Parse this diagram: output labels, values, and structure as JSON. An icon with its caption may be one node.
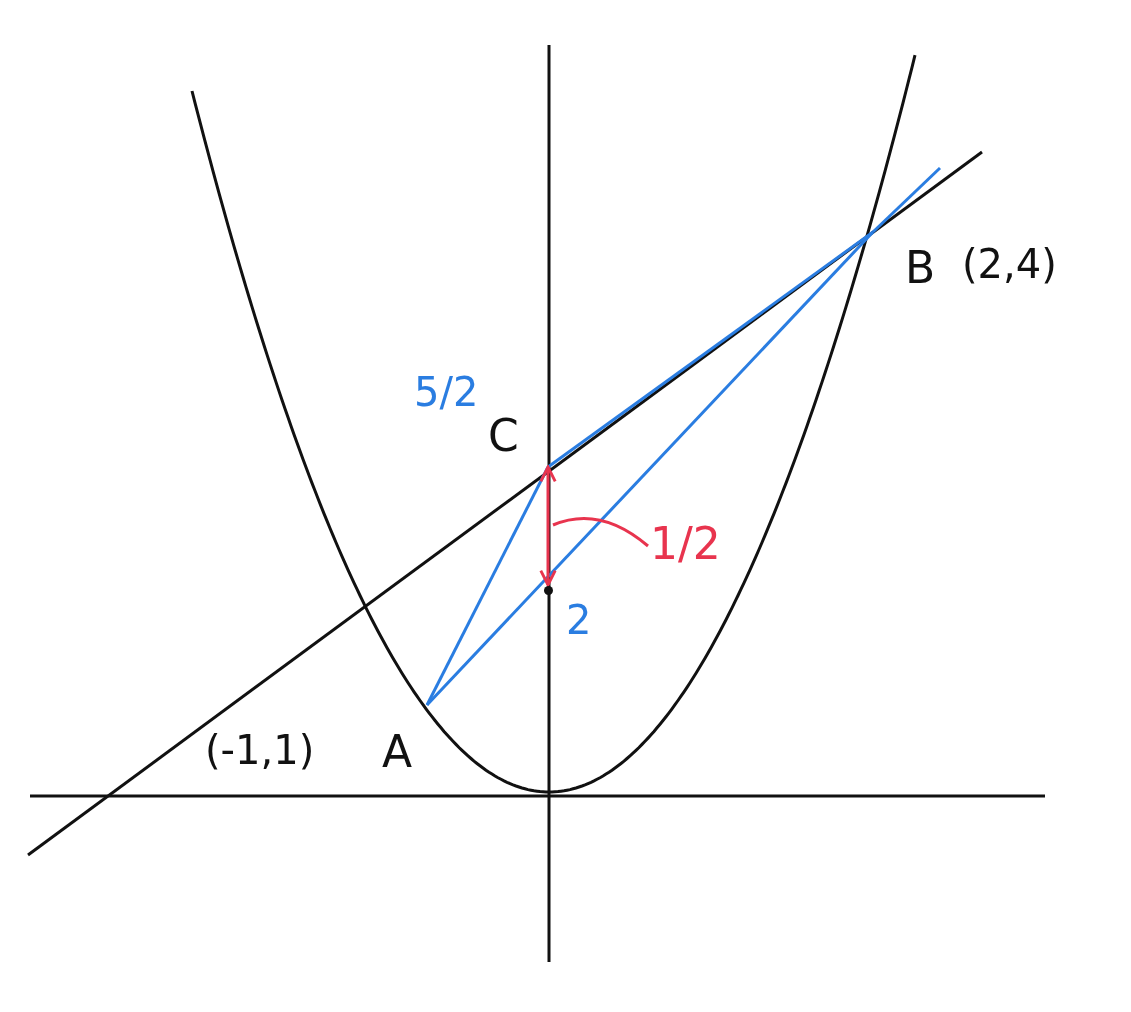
{
  "diagram": {
    "nodes": [
      {
        "text": [
          "A"
        ],
        "beside": [
          "(-1,1)"
        ]
      },
      {
        "text": [
          "B"
        ],
        "beside": [
          "(2,4)"
        ]
      },
      {
        "text": [
          "C"
        ],
        "beside": [
          "5/2"
        ]
      },
      {
        "text": [],
        "shape": "point",
        "beside": [
          "2"
        ]
      },
      {
        "text": [
          "1/2"
        ]
      }
    ],
    "edges": [
      {
        "from": 0,
        "to": 1,
        "arrow": "none"
      },
      {
        "from": 0,
        "to": 2,
        "arrow": "none"
      },
      {
        "from": 2,
        "to": 1,
        "arrow": "none"
      },
      {
        "from": 3,
        "to": 2,
        "arrow": "both",
        "color": "#e8344e"
      },
      {
        "from": 4,
        "to": null,
        "arrow": "none",
        "color": "#e8344e"
      }
    ]
  }
}
